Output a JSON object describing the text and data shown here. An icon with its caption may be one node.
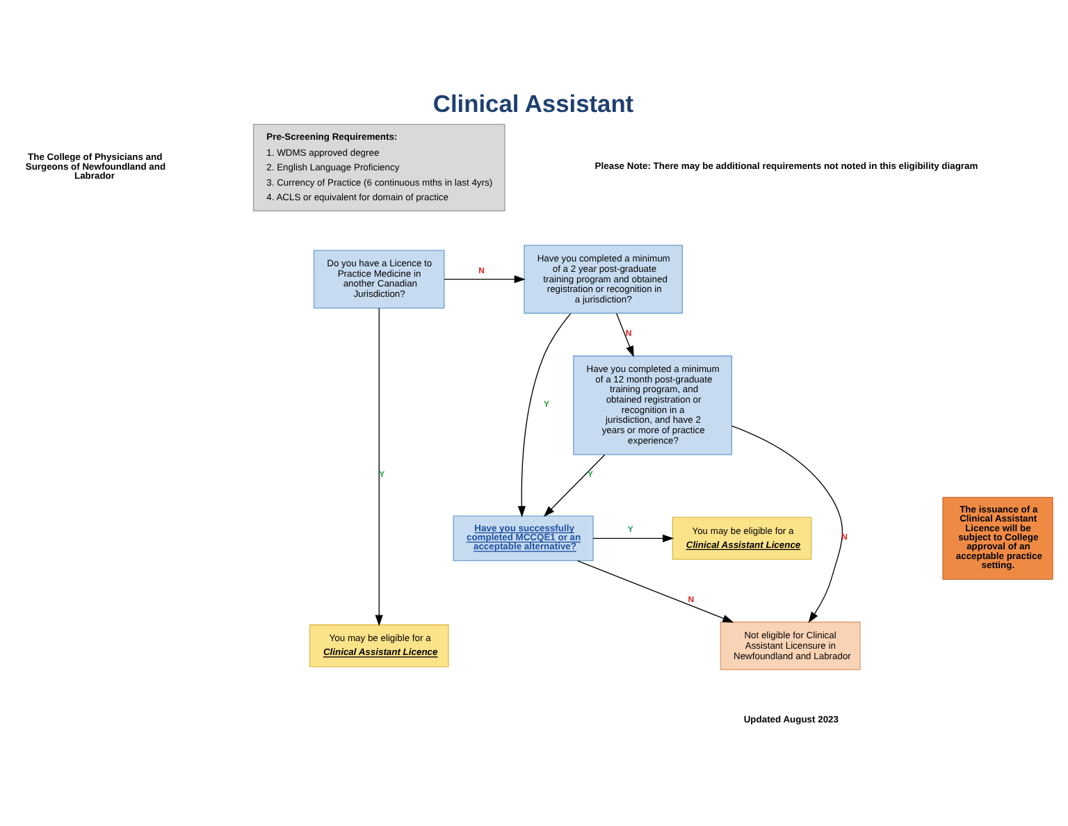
{
  "diagram": {
    "title": "Clinical Assistant",
    "nodes": [
      {
        "text": [
          "Pre-Screening Requirements:",
          "1. WDMS approved degree",
          "2. English Language Proficiency",
          "3. Currency of Practice (6 continuous mths in last 4yrs)",
          "4. ACLS or equivalent for domain of practice"
        ]
      },
      {
        "text": [
          "Do you have a Licence to Practice Medicine in another Canadian Jurisdiction?"
        ]
      },
      {
        "text": [
          "Have you completed a minimum of a 2 year post-graduate training program and obtained registration or recognition in a jurisdiction?"
        ]
      },
      {
        "text": [
          "Have you completed a minimum of a 12 month post-graduate training program, and obtained registration or recognition in a jurisdiction, and have 2 years or more of practice experience?"
        ]
      },
      {
        "text": [
          "Have you successfully completed MCCQE1 or an acceptable alternative?"
        ]
      },
      {
        "text": [
          "You may be eligible for a",
          "Clinical Assistant Licence"
        ]
      },
      {
        "text": [
          "You may be eligible for a",
          "Clinical Assistant Licence"
        ]
      },
      {
        "text": [
          "Not eligible for Clinical Assistant Licensure in Newfoundland and Labrador"
        ]
      },
      {
        "text": [
          "The issuance of a Clinical Assistant Licence will be subject to College approval of an acceptable practice setting."
        ]
      }
    ],
    "edges": [
      {
        "from": 1,
        "to": 2,
        "arrow": "to",
        "label": "N"
      },
      {
        "from": 1,
        "to": 5,
        "arrow": "to",
        "label": "Y"
      },
      {
        "from": 2,
        "to": 4,
        "arrow": "to",
        "label": "Y"
      },
      {
        "from": 2,
        "to": 3,
        "arrow": "to",
        "label": "N"
      },
      {
        "from": 3,
        "to": 4,
        "arrow": "to",
        "label": "Y"
      },
      {
        "from": 3,
        "to": 7,
        "arrow": "to",
        "label": "N"
      },
      {
        "from": 4,
        "to": 6,
        "arrow": "to",
        "label": "Y"
      },
      {
        "from": 4,
        "to": 7,
        "arrow": "to",
        "label": "N"
      }
    ],
    "labels": [
      "The College of Physicians and Surgeons of Newfoundland and Labrador",
      "Please Note: There may be additional requirements not noted in this eligibility diagram",
      "Updated August 2023"
    ]
  }
}
